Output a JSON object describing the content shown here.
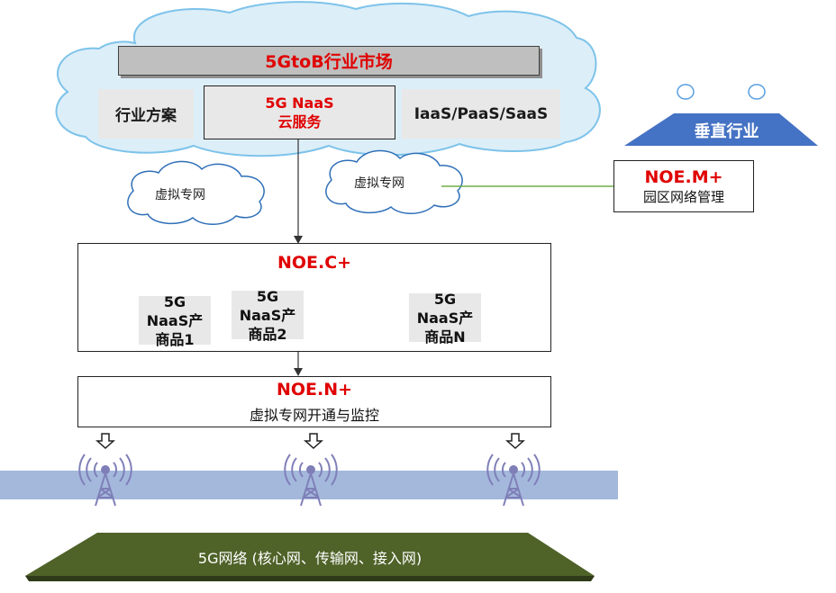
{
  "cloud": {
    "market_title": "5GtoB行业市场",
    "industry_solution": "行业方案",
    "naas_line1": "5G NaaS",
    "naas_line2": "云服务",
    "iaas": "IaaS/PaaS/SaaS"
  },
  "vertical": {
    "label": "垂直行业"
  },
  "vpn_clouds": [
    "虚拟专网",
    "虚拟专网"
  ],
  "noe_m": {
    "title": "NOE.M+",
    "subtitle": "园区网络管理"
  },
  "noe_c": {
    "title": "NOE.C+",
    "products": [
      {
        "line1": "5G",
        "line2": "NaaS产",
        "line3": "商品1"
      },
      {
        "line1": "5G",
        "line2": "NaaS产",
        "line3": "商品2"
      },
      {
        "line1": "5G",
        "line2": "NaaS产",
        "line3": "商品N"
      }
    ]
  },
  "noe_n": {
    "title": "NOE.N+",
    "subtitle": "虚拟专网开通与监控"
  },
  "network": {
    "label": "5G网络 (核心网、传输网、接入网)"
  },
  "colors": {
    "red": "#e00000",
    "cloud_fill": "#dceef8",
    "cloud_stroke": "#7dc3ea",
    "vertical_fill": "#4472c4",
    "band": "#a4b8dc",
    "ground": "#4f6228",
    "link_green": "#70ad47"
  },
  "icons": [
    "down-arrow-icon",
    "antenna-tower-icon",
    "cloud-icon"
  ]
}
